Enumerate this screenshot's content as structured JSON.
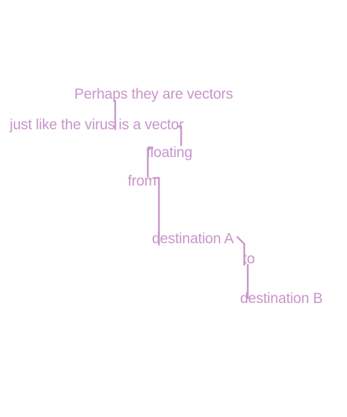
{
  "colors": {
    "background": "#ffffff",
    "text": "#c796c9",
    "connector": "#c796c9"
  },
  "poem": {
    "lines": [
      "Perhaps they are vectors",
      "just like the virus is a vector",
      "floating",
      "from",
      "destination A",
      "to",
      "destination B"
    ]
  }
}
